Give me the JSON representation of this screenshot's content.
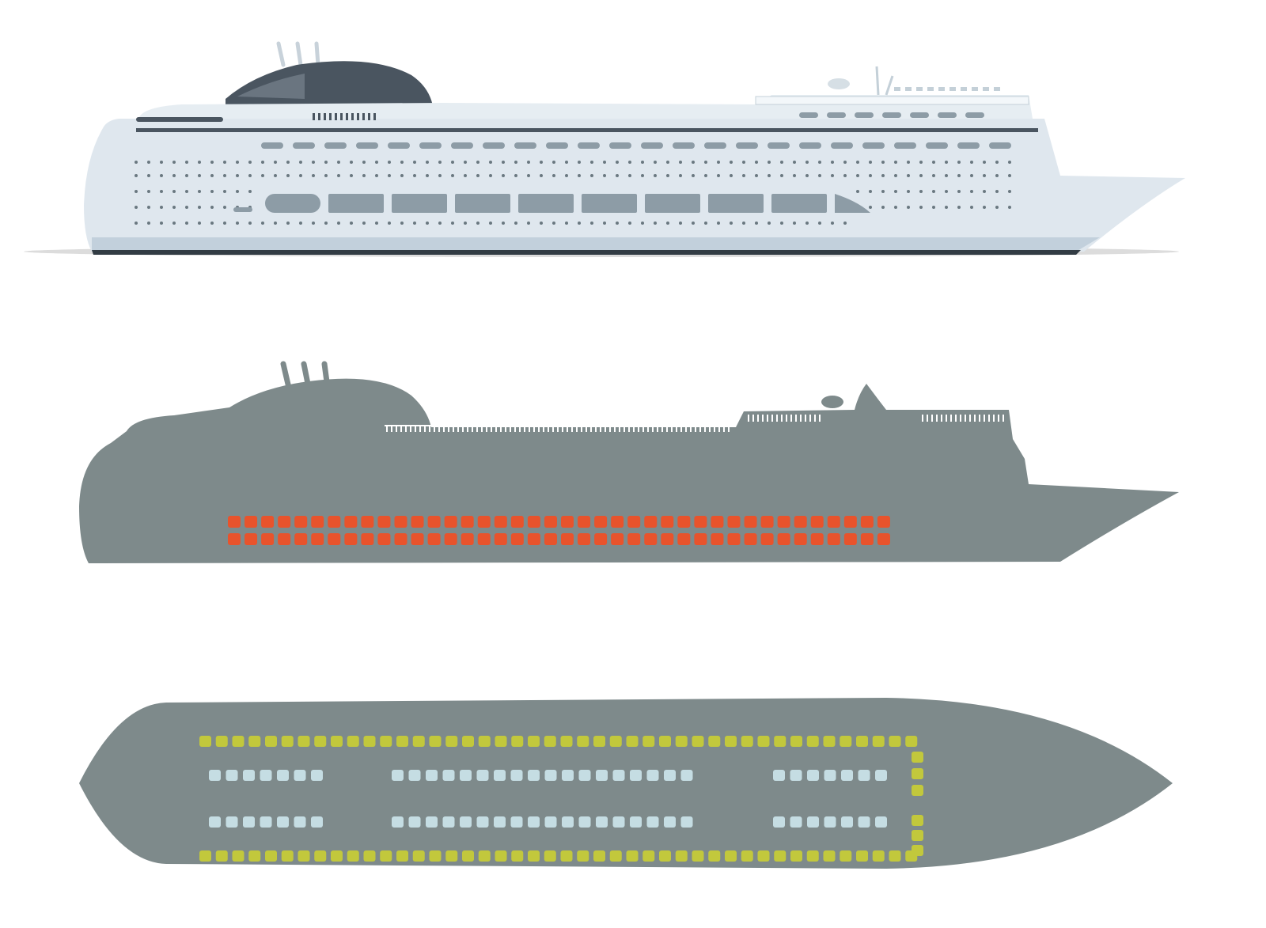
{
  "colors": {
    "background": "#ffffff",
    "hull_light": "#dfe7ee",
    "hull_light_shade": "#c2d0dc",
    "hull_keel": "#323c44",
    "funnel_dark": "#4a5560",
    "window_band": "#8d9ca6",
    "porthole": "#6a7880",
    "silhouette": "#7e8a8b",
    "cabin_interior": "#e8532c",
    "cabin_inside": "#c5dde3",
    "cabin_outside": "#c2c83c",
    "railing": "#ffffff"
  },
  "diagram": {
    "views": [
      {
        "name": "exterior-side-view",
        "icon": "cruise-ship-icon"
      },
      {
        "name": "side-cutaway-view",
        "icon": "ship-silhouette-icon",
        "cabin_rows": 2,
        "cabins_per_row": 40
      },
      {
        "name": "deck-plan-view",
        "icon": "deck-plan-icon",
        "outer_rows": 2,
        "outer_cabins_per_row": 44,
        "inner_rows": 2,
        "inner_groups": [
          7,
          18,
          7
        ],
        "bow_connector_cabins": 3
      }
    ]
  }
}
